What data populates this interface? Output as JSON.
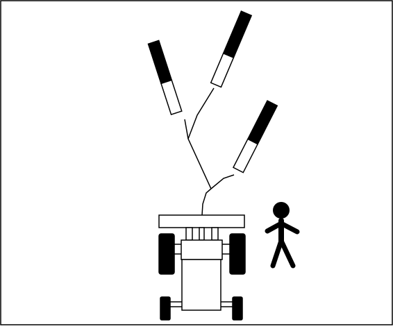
{
  "figure": {
    "colors": {
      "ink": "#000000",
      "paper": "#ffffff"
    },
    "icons": [
      "frame",
      "boom-arm",
      "spray-nozzle-left",
      "spray-nozzle-middle",
      "spray-nozzle-right",
      "tractor-vehicle",
      "person-icon"
    ]
  }
}
